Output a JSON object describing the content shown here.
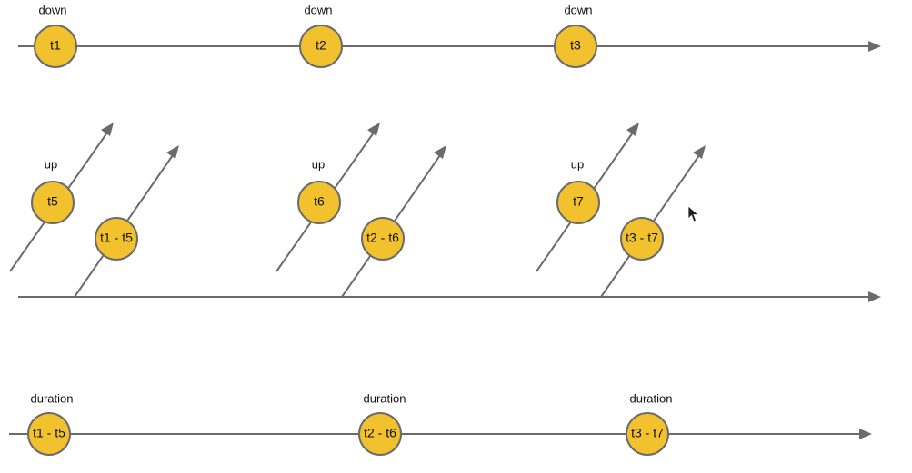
{
  "diagram": {
    "type": "marble-diagram",
    "timelines": [
      {
        "name": "down",
        "marbles": [
          {
            "label": "t1",
            "event": "down"
          },
          {
            "label": "t2",
            "event": "down"
          },
          {
            "label": "t3",
            "event": "down"
          }
        ]
      },
      {
        "name": "up",
        "marbles": [
          {
            "label": "t5",
            "event": "up"
          },
          {
            "label": "t1 - t5",
            "event": ""
          },
          {
            "label": "t6",
            "event": "up"
          },
          {
            "label": "t2 - t6",
            "event": ""
          },
          {
            "label": "t7",
            "event": "up"
          },
          {
            "label": "t3 - t7",
            "event": ""
          }
        ]
      },
      {
        "name": "duration",
        "marbles": [
          {
            "label": "t1 - t5",
            "event": "duration"
          },
          {
            "label": "t2 - t6",
            "event": "duration"
          },
          {
            "label": "t3 - t7",
            "event": "duration"
          }
        ]
      }
    ],
    "colors": {
      "marble_fill": "#f2c12e",
      "stroke": "#6b6b6b",
      "text": "#111111",
      "background": "#ffffff"
    }
  }
}
